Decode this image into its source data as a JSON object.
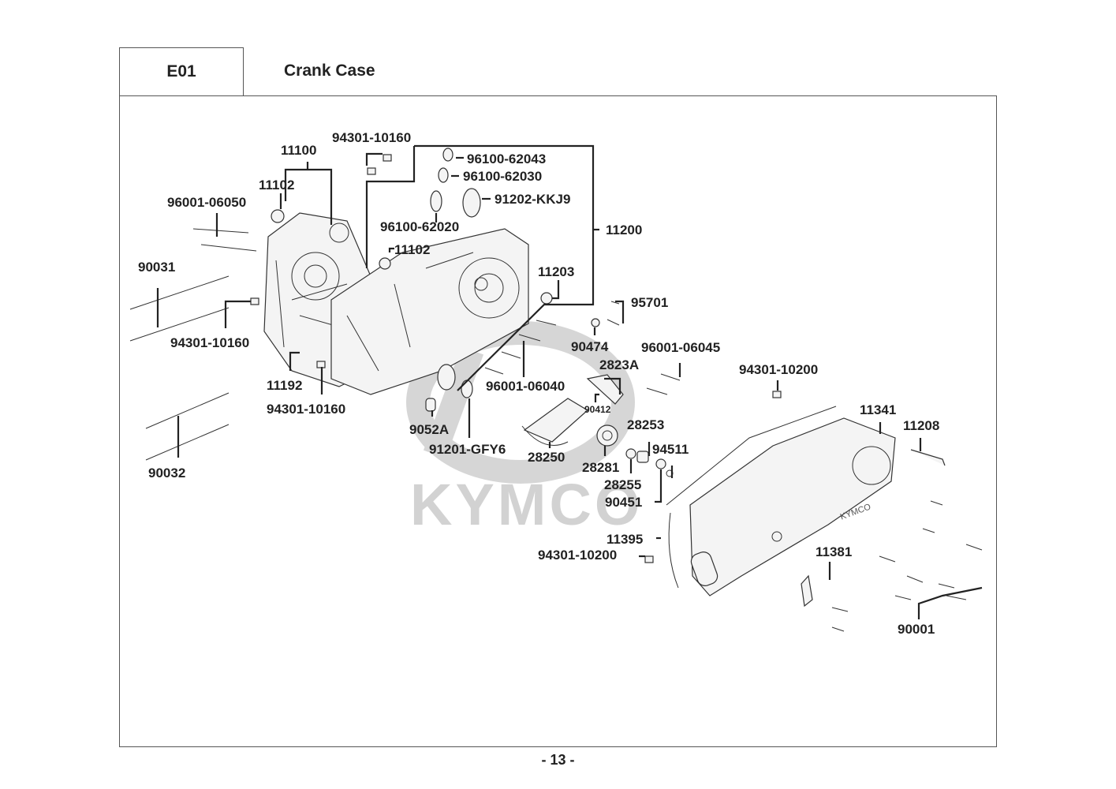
{
  "header": {
    "section_code": "E01",
    "section_title": "Crank Case"
  },
  "footer": {
    "page_number": "- 13 -"
  },
  "watermark": {
    "brand": "KYMCO",
    "color": "#d2d2d2"
  },
  "cover_logo_text": "KYMCO",
  "parts": [
    {
      "id": "11100",
      "label": "11100"
    },
    {
      "id": "94301-10160-a",
      "label": "94301-10160"
    },
    {
      "id": "96100-62043",
      "label": "96100-62043"
    },
    {
      "id": "96100-62030",
      "label": "96100-62030"
    },
    {
      "id": "11102-a",
      "label": "11102"
    },
    {
      "id": "91202-KKJ9",
      "label": "91202-KKJ9"
    },
    {
      "id": "96001-06050",
      "label": "96001-06050"
    },
    {
      "id": "96100-62020",
      "label": "96100-62020"
    },
    {
      "id": "11200",
      "label": "11200"
    },
    {
      "id": "11102-b",
      "label": "11102"
    },
    {
      "id": "90031",
      "label": "90031"
    },
    {
      "id": "11203",
      "label": "11203"
    },
    {
      "id": "95701",
      "label": "95701"
    },
    {
      "id": "94301-10160-b",
      "label": "94301-10160"
    },
    {
      "id": "90474",
      "label": "90474"
    },
    {
      "id": "96001-06045",
      "label": "96001-06045"
    },
    {
      "id": "2823A",
      "label": "2823A"
    },
    {
      "id": "11192",
      "label": "11192"
    },
    {
      "id": "94301-10200-a",
      "label": "94301-10200"
    },
    {
      "id": "96001-06040",
      "label": "96001-06040"
    },
    {
      "id": "94301-10160-c",
      "label": "94301-10160"
    },
    {
      "id": "90412",
      "label": "90412"
    },
    {
      "id": "11341",
      "label": "11341"
    },
    {
      "id": "9052A",
      "label": "9052A"
    },
    {
      "id": "11208",
      "label": "11208"
    },
    {
      "id": "28253",
      "label": "28253"
    },
    {
      "id": "91201-GFY6",
      "label": "91201-GFY6"
    },
    {
      "id": "94511",
      "label": "94511"
    },
    {
      "id": "28250",
      "label": "28250"
    },
    {
      "id": "28281",
      "label": "28281"
    },
    {
      "id": "90032",
      "label": "90032"
    },
    {
      "id": "28255",
      "label": "28255"
    },
    {
      "id": "90451",
      "label": "90451"
    },
    {
      "id": "11395",
      "label": "11395"
    },
    {
      "id": "11381",
      "label": "11381"
    },
    {
      "id": "94301-10200-b",
      "label": "94301-10200"
    },
    {
      "id": "90001",
      "label": "90001"
    }
  ]
}
